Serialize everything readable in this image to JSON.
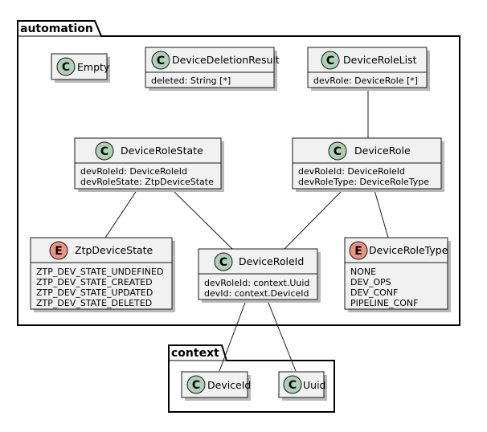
{
  "packages": {
    "automation": {
      "title": "automation"
    },
    "context": {
      "title": "context"
    }
  },
  "classes": {
    "empty": {
      "stereotype": "C",
      "name": "Empty",
      "attrs": []
    },
    "device_deletion_result": {
      "stereotype": "C",
      "name": "DeviceDeletionResult",
      "attrs": [
        "deleted: String [*]"
      ]
    },
    "device_role_list": {
      "stereotype": "C",
      "name": "DeviceRoleList",
      "attrs": [
        "devRole: DeviceRole [*]"
      ]
    },
    "device_role_state": {
      "stereotype": "C",
      "name": "DeviceRoleState",
      "attrs": [
        "devRoleId: DeviceRoleId",
        "devRoleState: ZtpDeviceState"
      ]
    },
    "device_role": {
      "stereotype": "C",
      "name": "DeviceRole",
      "attrs": [
        "devRoleId: DeviceRoleId",
        "devRoleType: DeviceRoleType"
      ]
    },
    "ztp_device_state": {
      "stereotype": "E",
      "name": "ZtpDeviceState",
      "attrs": [
        "ZTP_DEV_STATE_UNDEFINED",
        "ZTP_DEV_STATE_CREATED",
        "ZTP_DEV_STATE_UPDATED",
        "ZTP_DEV_STATE_DELETED"
      ]
    },
    "device_role_id": {
      "stereotype": "C",
      "name": "DeviceRoleId",
      "attrs": [
        "devRoleId: context.Uuid",
        "devId: context.DeviceId"
      ]
    },
    "device_role_type": {
      "stereotype": "E",
      "name": "DeviceRoleType",
      "attrs": [
        "NONE",
        "DEV_OPS",
        "DEV_CONF",
        "PIPELINE_CONF"
      ]
    },
    "device_id": {
      "stereotype": "C",
      "name": "DeviceId",
      "attrs": []
    },
    "uuid": {
      "stereotype": "C",
      "name": "Uuid",
      "attrs": []
    }
  },
  "relations": [
    {
      "from": "device_role_list",
      "to": "device_role"
    },
    {
      "from": "device_role_state",
      "to": "ztp_device_state"
    },
    {
      "from": "device_role_state",
      "to": "device_role_id"
    },
    {
      "from": "device_role",
      "to": "device_role_id"
    },
    {
      "from": "device_role",
      "to": "device_role_type"
    },
    {
      "from": "device_role_id",
      "to": "device_id"
    },
    {
      "from": "device_role_id",
      "to": "uuid"
    }
  ],
  "colors": {
    "class_fill": "#F1F1F1",
    "class_circle": "#ADD1B2",
    "enum_circle": "#EB937F",
    "border": "#181818"
  }
}
